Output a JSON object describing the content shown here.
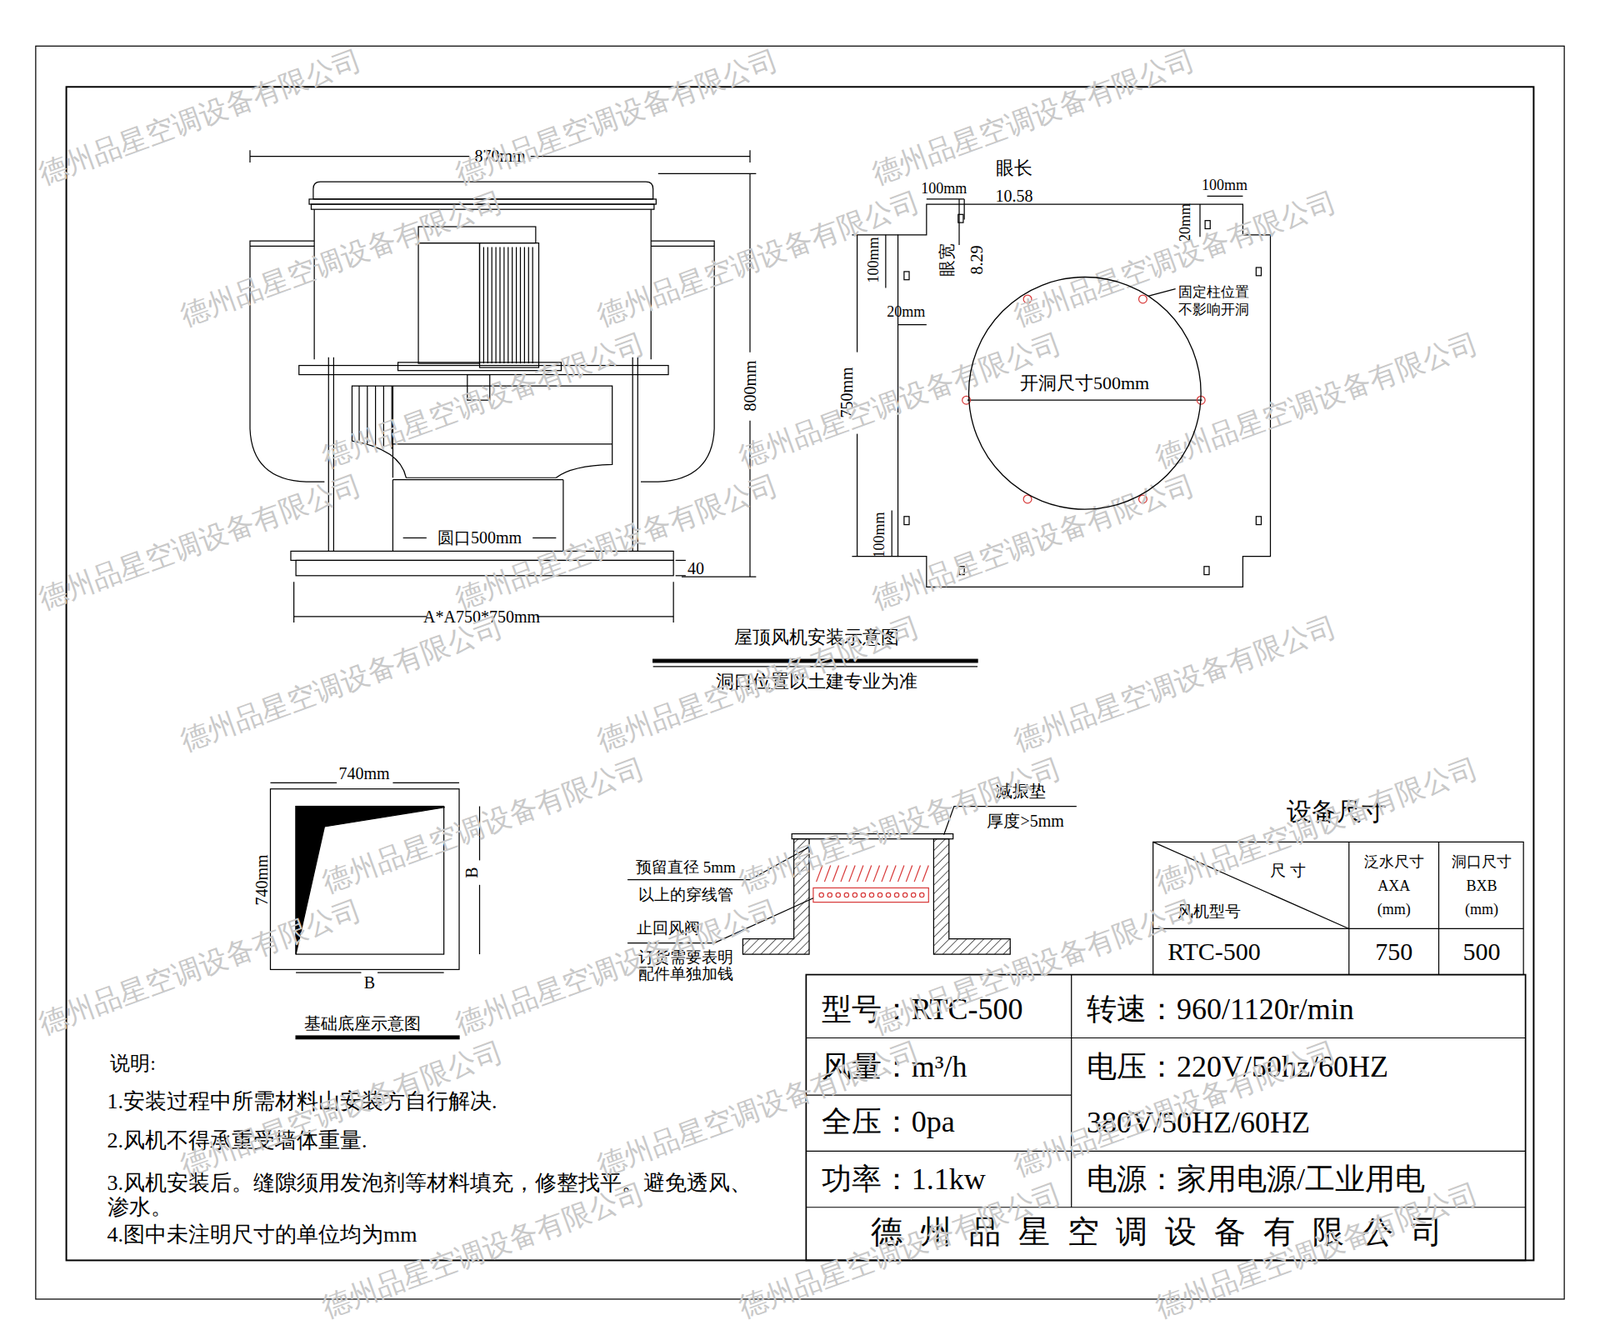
{
  "diagram": {
    "nodes": [
      {
        "text": [
          "开洞尺寸500mm"
        ]
      }
    ],
    "labels": [
      "870mm",
      "800mm",
      "圆口500mm",
      "40",
      "A*A750*750mm",
      "屋顶风机安装示意图",
      "洞口位置以土建专业为准",
      "眼长",
      "10.58",
      "100mm",
      "100mm",
      "20mm",
      "100mm",
      "眼宽",
      "8.29",
      "20mm",
      "固定柱位置 不影响开洞",
      "750mm",
      "100mm",
      "740mm",
      "740mm",
      "B",
      "B",
      "基础底座示意图",
      "减振垫",
      "厚度>5mm",
      "预留直径 5mm",
      "以上的穿线管",
      "止回风阀",
      "订货需要表明 配件单独加钱",
      "说明:",
      "1.安装过程中所需材料山安装方自行解决.",
      "2.风机不得承重受墙体重量.",
      "3.风机安装后。缝隙须用发泡剂等材料填充，修整找平。避免透风、渗水。",
      "4.图中未注明尺寸的单位均为mm",
      "设备尺寸",
      "尺 寸",
      "风机型号",
      "泛水尺寸 AXA (mm)",
      "洞口尺寸 BXB (mm)",
      "RTC-500",
      "750",
      "500",
      "型号：RTC-500",
      "转速：960/1120r/min",
      "风量：m³/h",
      "电压：220V/50hz/60HZ",
      "全压：0pa",
      "380V/50HZ/60HZ",
      "功率：1.1kw",
      "电源：家用电源/工业用电",
      "德州品星空调设备有限公司",
      "德州品星空调设备有限公司",
      "德州品星空调设备有限公司",
      "德州品星空调设备有限公司",
      "德州品星空调设备有限公司",
      "德州品星空调设备有限公司",
      "德州品星空调设备有限公司",
      "德州品星空调设备有限公司",
      "德州品星空调设备有限公司",
      "德州品星空调设备有限公司",
      "德州品星空调设备有限公司",
      "德州品星空调设备有限公司",
      "德州品星空调设备有限公司",
      "德州品星空调设备有限公司",
      "德州品星空调设备有限公司",
      "德州品星空调设备有限公司",
      "德州品星空调设备有限公司",
      "德州品星空调设备有限公司",
      "德州品星空调设备有限公司",
      "德州品星空调设备有限公司",
      "德州品星空调设备有限公司",
      "德州品星空调设备有限公司",
      "德州品星空调设备有限公司",
      "德州品星空调设备有限公司",
      "德州品星空调设备有限公司",
      "德州品星空调设备有限公司",
      "德州品星空调设备有限公司",
      "德州品星空调设备有限公司"
    ]
  }
}
